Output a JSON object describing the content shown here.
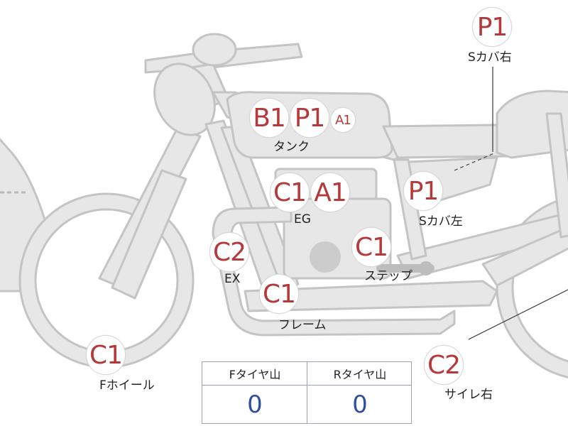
{
  "colors": {
    "badge_text": "#b5393a",
    "value_text": "#2f4fa0",
    "bike_fill": "#e6e7e6",
    "bike_stroke": "#c3c4c3",
    "shadow_fill": "#cccccc"
  },
  "badges": {
    "s_cover_right": "P1",
    "tank_b": "B1",
    "tank_p": "P1",
    "tank_a": "A1",
    "eg_c": "C1",
    "eg_a": "A1",
    "s_cover_left": "P1",
    "ex": "C2",
    "step": "C1",
    "frame": "C1",
    "f_wheel": "C1",
    "silencer_right": "C2"
  },
  "labels": {
    "s_cover_right": "Sカバ右",
    "tank": "タンク",
    "eg": "EG",
    "s_cover_left": "Sカバ左",
    "ex": "EX",
    "step": "ステップ",
    "frame": "フレーム",
    "f_wheel": "Fホイール",
    "silencer_right": "サイレ右"
  },
  "tire_table": {
    "headers": [
      "Fタイヤ山",
      "Rタイヤ山"
    ],
    "values": [
      "0",
      "0"
    ]
  }
}
